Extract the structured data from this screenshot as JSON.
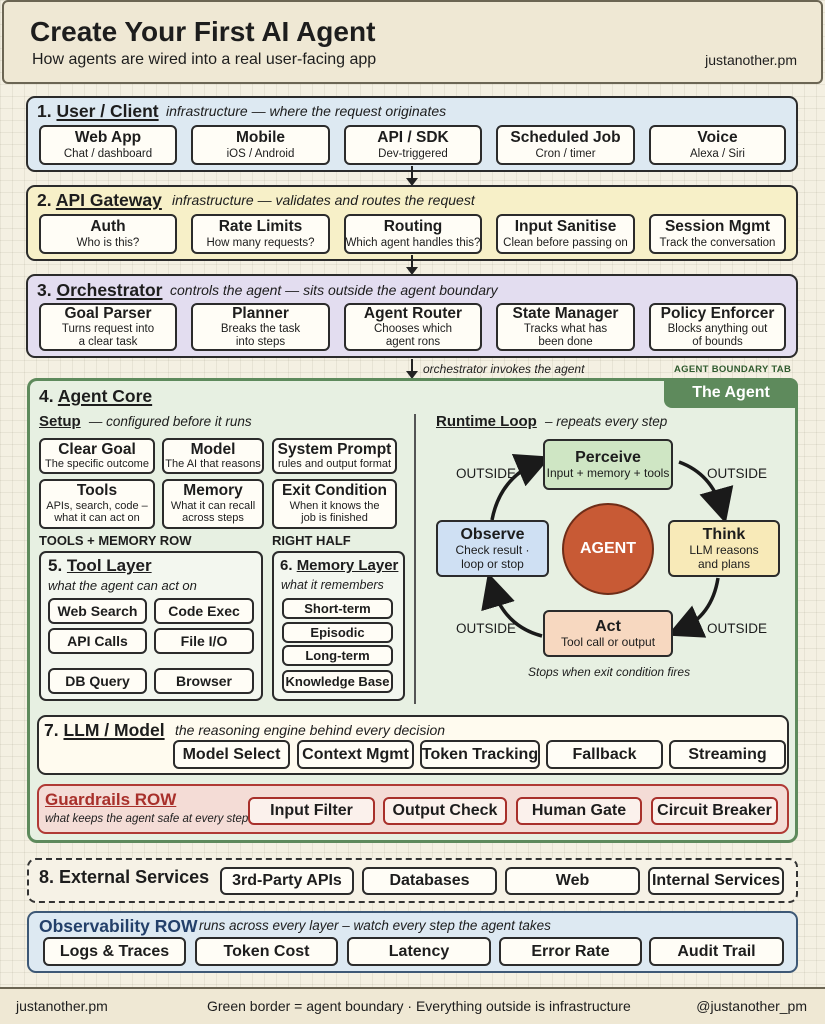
{
  "header": {
    "title": "Create Your First AI Agent",
    "subtitle": "How agents are wired into a real user-facing app",
    "brand": "justanother.pm"
  },
  "user_client": {
    "number": "1.",
    "title": "User / Client",
    "subtitle": "infrastructure — where the request originates",
    "cards": [
      {
        "title": "Web App",
        "sub": "Chat / dashboard"
      },
      {
        "title": "Mobile",
        "sub": "iOS / Android"
      },
      {
        "title": "API / SDK",
        "sub": "Dev-triggered"
      },
      {
        "title": "Scheduled Job",
        "sub": "Cron / timer"
      },
      {
        "title": "Voice",
        "sub": "Alexa / Siri"
      }
    ]
  },
  "api_gateway": {
    "number": "2.",
    "title": "API Gateway",
    "subtitle": "infrastructure — validates and routes the request",
    "cards": [
      {
        "title": "Auth",
        "sub": "Who is this?"
      },
      {
        "title": "Rate Limits",
        "sub": "How many requests?"
      },
      {
        "title": "Routing",
        "sub": "Which agent handles this?"
      },
      {
        "title": "Input Sanitise",
        "sub": "Clean before passing on"
      },
      {
        "title": "Session Mgmt",
        "sub": "Track the conversation"
      }
    ]
  },
  "orchestrator": {
    "number": "3.",
    "title": "Orchestrator",
    "subtitle": "controls the agent — sits outside the agent boundary",
    "cards": [
      {
        "title": "Goal Parser",
        "sub1": "Turns request into",
        "sub2": "a clear task"
      },
      {
        "title": "Planner",
        "sub1": "Breaks the task",
        "sub2": "into steps"
      },
      {
        "title": "Agent Router",
        "sub1": "Chooses which",
        "sub2": "agent rons"
      },
      {
        "title": "State Manager",
        "sub1": "Tracks what has",
        "sub2": "been done"
      },
      {
        "title": "Policy Enforcer",
        "sub1": "Blocks anything out",
        "sub2": "of bounds"
      }
    ],
    "invoke_label": "orchestrator invokes the agent"
  },
  "agent_core": {
    "tab_caption": "AGENT BOUNDARY TAB",
    "tab_label": "The Agent",
    "number": "4.",
    "title": "Agent Core",
    "setup": {
      "title": "Setup",
      "subtitle": "— configured before it runs",
      "cards": [
        {
          "title": "Clear Goal",
          "sub": "The specific outcome"
        },
        {
          "title": "Model",
          "sub": "The AI that reasons"
        },
        {
          "title": "System Prompt",
          "sub": "rules and output format"
        },
        {
          "title": "Tools",
          "sub1": "APIs, search, code –",
          "sub2": "what it can act on"
        },
        {
          "title": "Memory",
          "sub1": "What it can recall",
          "sub2": "across steps"
        },
        {
          "title": "Exit Condition",
          "sub1": "When it knows the",
          "sub2": "job is finished"
        }
      ]
    },
    "row_label_left": "TOOLS + MEMORY ROW",
    "row_label_right": "RIGHT HALF",
    "tool_layer": {
      "number": "5.",
      "title": "Tool Layer",
      "subtitle": "what the agent can act on",
      "items": [
        "Web Search",
        "Code Exec",
        "API Calls",
        "File I/O",
        "DB Query",
        "Browser"
      ]
    },
    "memory_layer": {
      "number": "6.",
      "title": "Memory Layer",
      "subtitle": "what it remembers",
      "items": [
        "Short-term",
        "Episodic",
        "Long-term",
        "Knowledge Base"
      ]
    },
    "runtime": {
      "title": "Runtime Loop",
      "subtitle": "– repeats every step",
      "center": "AGENT",
      "perceive": {
        "title": "Perceive",
        "sub": "Input + memory + tools"
      },
      "think": {
        "title": "Think",
        "sub1": "LLM reasons",
        "sub2": "and plans"
      },
      "act": {
        "title": "Act",
        "sub": "Tool call or output"
      },
      "observe": {
        "title": "Observe",
        "sub1": "Check result ·",
        "sub2": "loop or stop"
      },
      "outside": "OUTSIDE",
      "stop_note": "Stops when exit condition fires"
    }
  },
  "llm": {
    "number": "7.",
    "title": "LLM / Model",
    "subtitle": "the reasoning engine behind every decision",
    "items": [
      "Model Select",
      "Context Mgmt",
      "Token Tracking",
      "Fallback",
      "Streaming"
    ]
  },
  "guardrails": {
    "title": "Guardrails ROW",
    "subtitle": "what keeps the agent safe at every step",
    "items": [
      "Input Filter",
      "Output Check",
      "Human Gate",
      "Circuit Breaker"
    ]
  },
  "external": {
    "number": "8.",
    "title": "External Services",
    "items": [
      "3rd-Party APIs",
      "Databases",
      "Web",
      "Internal Services"
    ]
  },
  "observability": {
    "title": "Observability ROW",
    "subtitle": "runs across every layer – watch every step the agent takes",
    "items": [
      "Logs & Traces",
      "Token Cost",
      "Latency",
      "Error Rate",
      "Audit Trail"
    ]
  },
  "footer": {
    "left": "justanother.pm",
    "center": "Green border = agent boundary · Everything outside is infrastructure",
    "right": "@justanother_pm"
  },
  "colors": {
    "blue_band": "#dde9f2",
    "yellow_band": "#f7f0c8",
    "purple_band": "#e3ddf0",
    "agent_green": "#5e8a5c",
    "agent_bg": "#e7f0e2",
    "guard_red": "#b03a35",
    "guard_bg": "#f4dcd6",
    "agent_circle": "#c85a35",
    "perceive": "#cfe6c4",
    "think": "#f8eab8",
    "act": "#f7d8c0",
    "observe": "#cfe0f3"
  }
}
